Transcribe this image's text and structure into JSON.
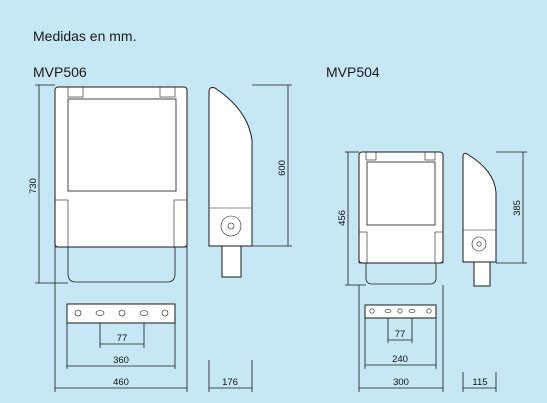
{
  "note": "Medidas en mm.",
  "models": [
    {
      "name": "MVP506",
      "height": "730",
      "side_height": "600",
      "bracket_hole_spacing": "77",
      "bracket_width": "360",
      "width": "460",
      "depth": "176"
    },
    {
      "name": "MVP504",
      "height": "456",
      "side_height": "385",
      "bracket_hole_spacing": "77",
      "bracket_width": "240",
      "width": "300",
      "depth": "115"
    }
  ],
  "colors": {
    "background": "#c6e7f4",
    "lines": "#1a1a1a",
    "fill": "#ffffff"
  }
}
